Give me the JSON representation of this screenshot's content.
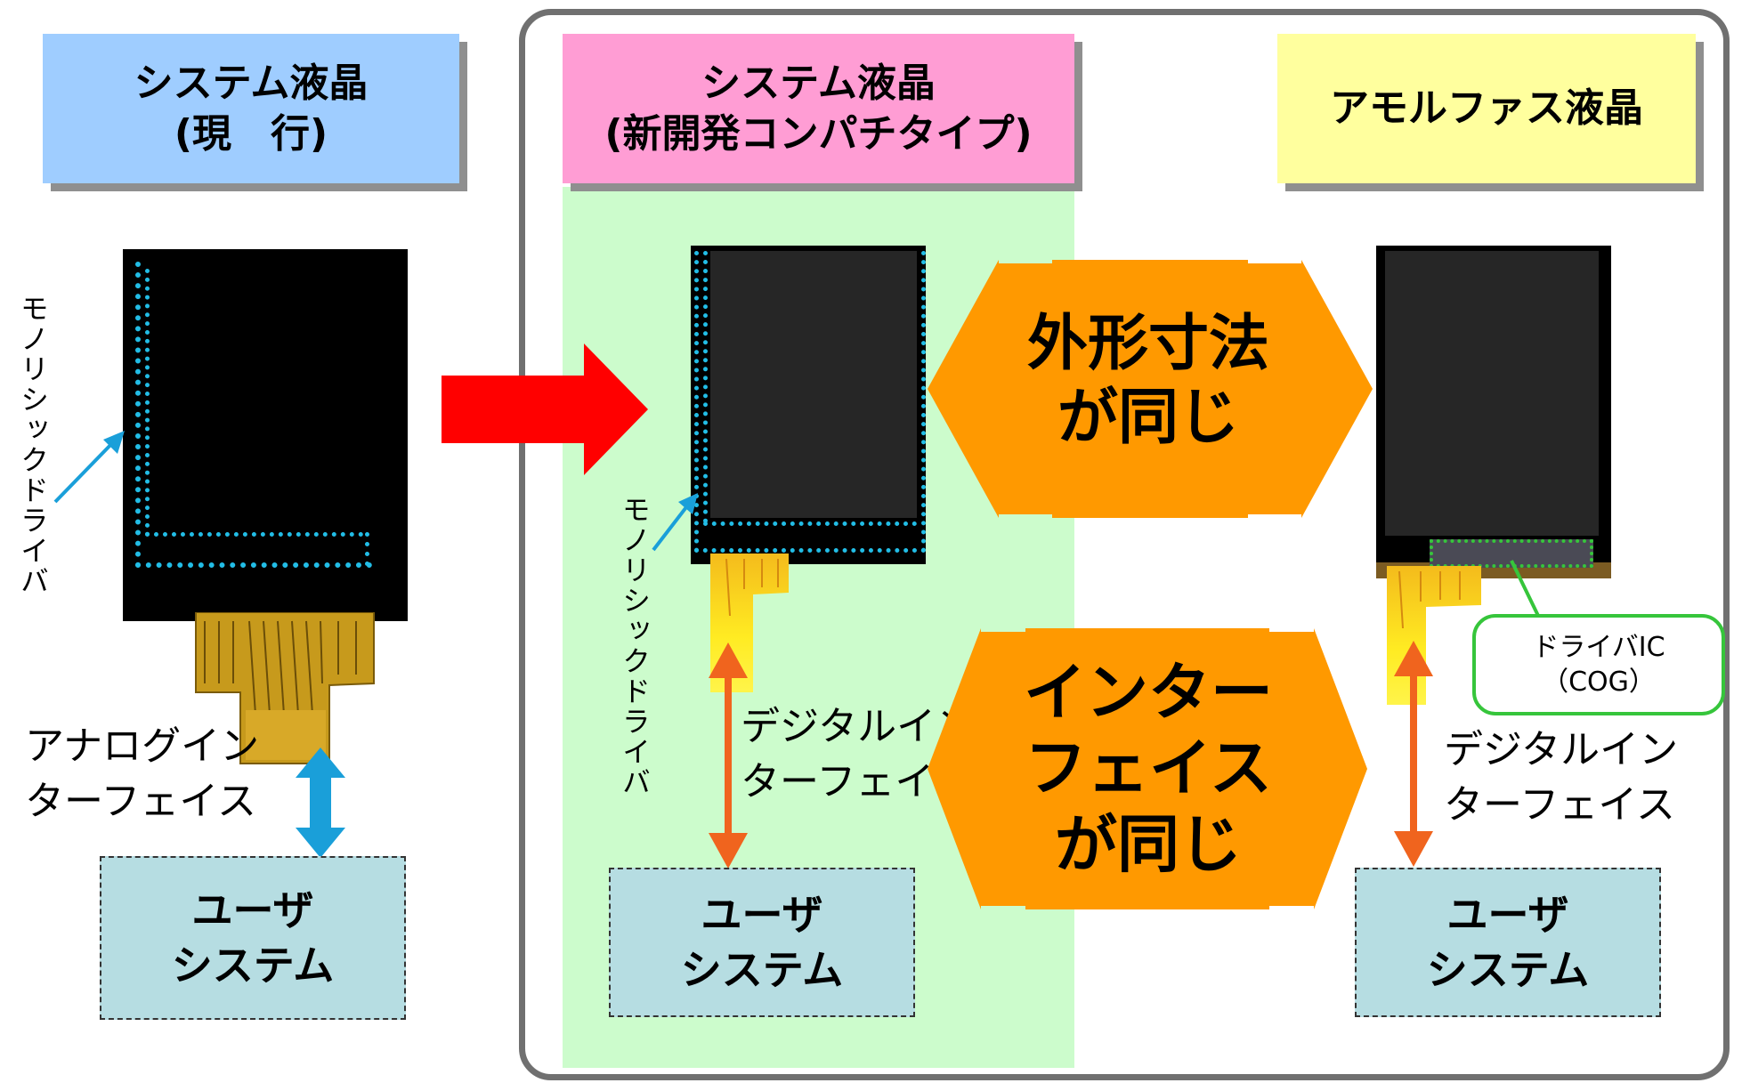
{
  "headers": {
    "current": {
      "line1": "システム液晶",
      "line2": "(現　行)",
      "color": "#9fcdff"
    },
    "new_compatible": {
      "line1": "システム液晶",
      "line2": "(新開発コンパチタイプ)",
      "color": "#ff9dd4"
    },
    "amorphous": {
      "line1": "アモルファス液晶",
      "color": "#ffff9e"
    }
  },
  "labels": {
    "monolithic_driver_left": "モノリシックドライバ",
    "monolithic_driver_center": "モノリシックドライバ",
    "analog_interface_line1": "アナログイン",
    "analog_interface_line2": "ターフェイス",
    "digital_interface_center_line1": "デジタルイン",
    "digital_interface_center_line2": "ターフェイス",
    "digital_interface_right_line1": "デジタルイン",
    "digital_interface_right_line2": "ターフェイス",
    "driver_ic_line1": "ドライバIC",
    "driver_ic_line2": "（COG）"
  },
  "user_systems": {
    "left": {
      "line1": "ユーザ",
      "line2": "システム"
    },
    "center": {
      "line1": "ユーザ",
      "line2": "システム"
    },
    "right": {
      "line1": "ユーザ",
      "line2": "システム"
    }
  },
  "callouts": {
    "same_outline_line1": "外形寸法",
    "same_outline_line2": "が同じ",
    "same_interface_line1": "インター",
    "same_interface_line2": "フェイス",
    "same_interface_line3": "が同じ"
  },
  "colors": {
    "red_arrow": "#ff0000",
    "orange_callout": "#ff9900",
    "orange_arrow": "#f0641e",
    "blue_arrow": "#1a9fd9",
    "green_zone": "#ccfccc",
    "user_box": "#b6dde2"
  }
}
